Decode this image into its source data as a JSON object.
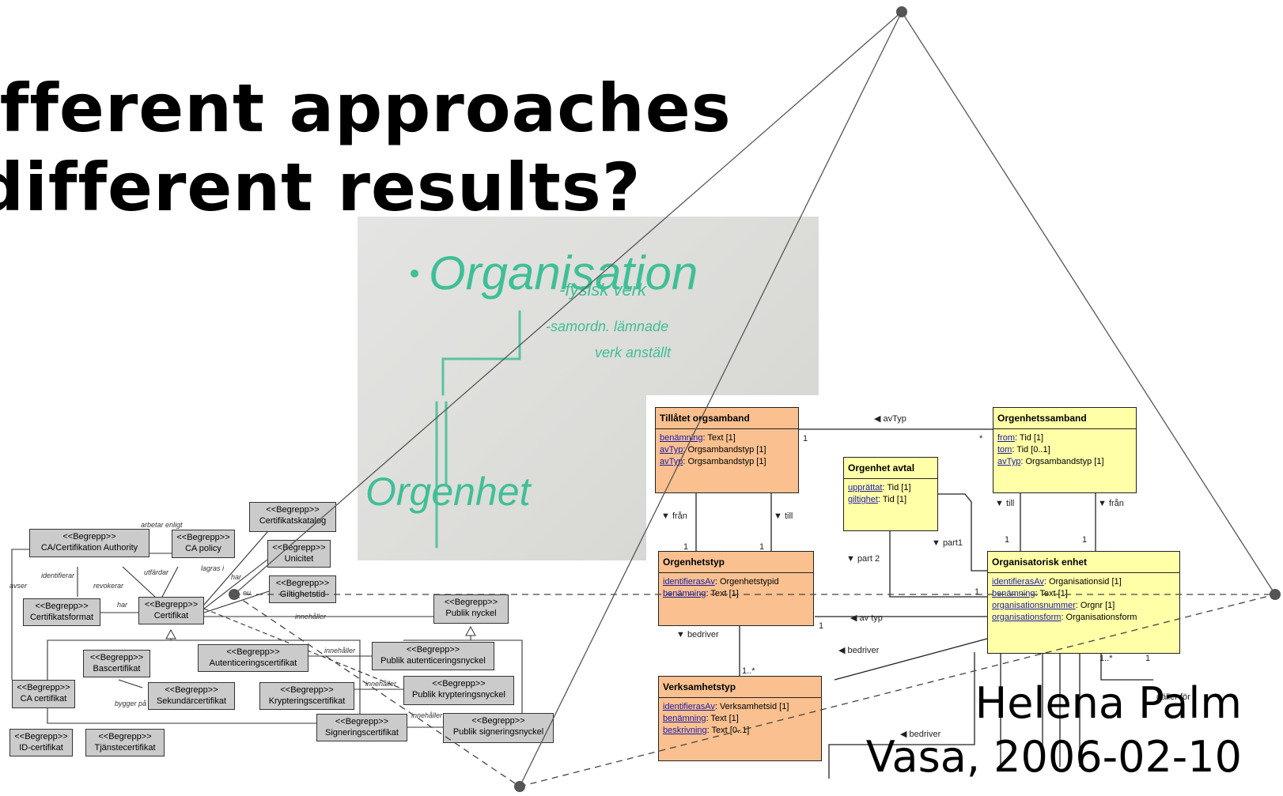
{
  "slide": {
    "title_line1": "ifferent approaches",
    "title_line2": "different results?",
    "author_name": "Helena Palm",
    "author_place": "Vasa, 2006-02-10"
  },
  "photo": {
    "label_main": "Organisation",
    "label_note1": "-fysisk verk",
    "label_note2": "-samordn. lämnade",
    "label_note3": "verk anställt",
    "label_bottom": "Orgenhet"
  },
  "uml": {
    "classes": [
      {
        "name": "Tillåtet orgsamband",
        "attrs": [
          {
            "n": "benämning",
            "t": ": Text [1]"
          },
          {
            "n": "avTyp",
            "t": ": Orgsambandstyp [1]"
          },
          {
            "n": "avTyp",
            "t": ": Orgsambandstyp [1]"
          }
        ]
      },
      {
        "name": "Orgenhetssamband",
        "attrs": [
          {
            "n": "from",
            "t": ": Tid [1]"
          },
          {
            "n": "tom",
            "t": ": Tid [0..1]"
          },
          {
            "n": "avTyp",
            "t": ": Orgsambandstyp [1]"
          }
        ]
      },
      {
        "name": "Orgenhet avtal",
        "attrs": [
          {
            "n": "upprättat",
            "t": ": Tid [1]"
          },
          {
            "n": "giltighet",
            "t": ": Tid [1]"
          }
        ]
      },
      {
        "name": "Orgenhetstyp",
        "attrs": [
          {
            "n": "identifierasAv",
            "t": ": Orgenhetstypid"
          },
          {
            "n": "benämning",
            "t": ": Text [1]"
          }
        ]
      },
      {
        "name": "Organisatorisk enhet",
        "attrs": [
          {
            "n": "identifierasAv",
            "t": ": Organisationsid [1]"
          },
          {
            "n": "benämning",
            "t": ": Text [1]"
          },
          {
            "n": "organisationsnummer",
            "t": ": Orgnr [1]"
          },
          {
            "n": "organisationsform",
            "t": ": Organisationsform"
          }
        ]
      },
      {
        "name": "Verksamhetstyp",
        "attrs": [
          {
            "n": "identifierasAv",
            "t": ": Verksamhetsid [1]"
          },
          {
            "n": "benämning",
            "t": ": Text [1]"
          },
          {
            "n": "beskrivning",
            "t": ": Text [0..1]"
          }
        ]
      }
    ],
    "labels": {
      "avtyp_top": "◀ avTyp",
      "fran1": "▼ från",
      "till1": "▼ till",
      "till2": "▼ till",
      "fran2": "▼ från",
      "part1": "▼ part1",
      "part2": "▼ part 2",
      "avtyp_mid": "◀ av typ",
      "bedriver1": "▼ bedriver",
      "bedriver2": "◀ bedriver",
      "bedriver3": "◀ bedriver",
      "galler": "gäller för",
      "one": "1",
      "star": "*",
      "onestar": "1..*"
    }
  },
  "concepts": {
    "boxes": [
      {
        "stereo": "<<Begrepp>>",
        "name": "Certifikatskatalog"
      },
      {
        "stereo": "<<Begrepp>>",
        "name": "CA/Certifikation Authority"
      },
      {
        "stereo": "<<Begrepp>>",
        "name": "CA policy"
      },
      {
        "stereo": "<<Begrepp>>",
        "name": "Unicitet"
      },
      {
        "stereo": "<<Begrepp>>",
        "name": "Giltighetstid"
      },
      {
        "stereo": "<<Begrepp>>",
        "name": "Certifikatsformat"
      },
      {
        "stereo": "<<Begrepp>>",
        "name": "Certifikat"
      },
      {
        "stereo": "<<Begrepp>>",
        "name": "Publik nyckel"
      },
      {
        "stereo": "<<Begrepp>>",
        "name": "Bascertifikat"
      },
      {
        "stereo": "<<Begrepp>>",
        "name": "Autenticeringscertifikat"
      },
      {
        "stereo": "<<Begrepp>>",
        "name": "Publik autenticeringsnyckel"
      },
      {
        "stereo": "<<Begrepp>>",
        "name": "CA certifikat"
      },
      {
        "stereo": "<<Begrepp>>",
        "name": "Sekundärcertifikat"
      },
      {
        "stereo": "<<Begrepp>>",
        "name": "Krypteringscertifikat"
      },
      {
        "stereo": "<<Begrepp>>",
        "name": "Publik krypteringsnyckel"
      },
      {
        "stereo": "<<Begrepp>>",
        "name": "Signeringscertifikat"
      },
      {
        "stereo": "<<Begrepp>>",
        "name": "Publik signeringsnyckel"
      },
      {
        "stereo": "<<Begrepp>>",
        "name": "ID-certifikat"
      },
      {
        "stereo": "<<Begrepp>>",
        "name": "Tjänstecertifikat"
      }
    ],
    "labels": {
      "arbetar": "arbetar enligt",
      "identifierar": "identifierar",
      "utfardar": "utfärdar",
      "avser": "avser",
      "revokerar": "revokerar",
      "lagras": "lagras i",
      "har1": "har",
      "har2": "har",
      "innehaller1": "innehåller",
      "innehaller2": "innehåller",
      "innehaller3": "innehåller",
      "innehaller4": "innehåller",
      "byggerpa": "bygger på",
      "eu": "eu"
    }
  },
  "colors": {
    "orange": "#fac08f",
    "yellow": "#ffffa8",
    "concept_grey": "#cbcbcb",
    "ink_green": "#3fbf97",
    "pyramid_line": "#555555"
  }
}
